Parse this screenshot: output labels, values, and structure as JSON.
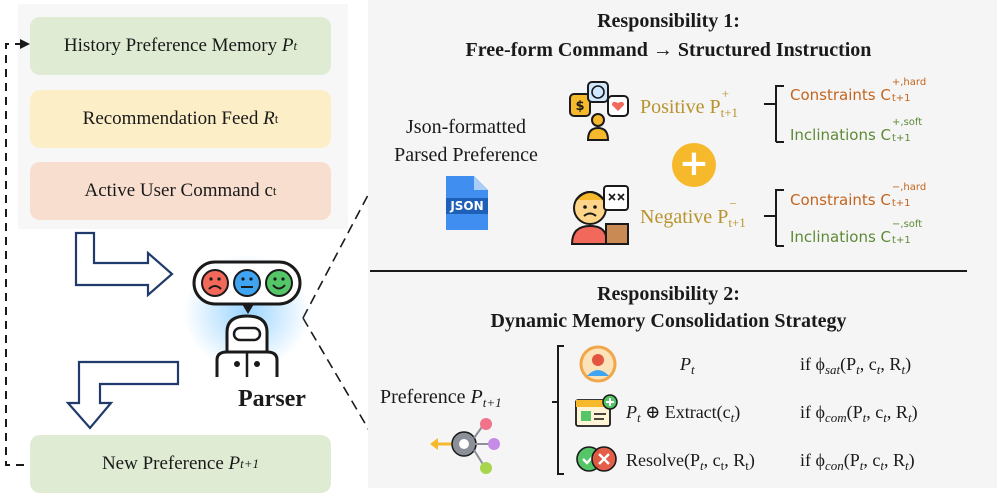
{
  "left": {
    "history": "History Preference Memory",
    "history_sym": "P",
    "history_sub": "t",
    "feed": "Recommendation Feed",
    "feed_sym": "R",
    "feed_sub": "t",
    "command": "Active User Command",
    "command_sym": "c",
    "command_sub": "t",
    "parser": "Parser",
    "new_pref": "New Preference",
    "new_sym": "P",
    "new_sub": "t+1"
  },
  "resp1": {
    "title1": "Responsibility 1:",
    "title2": "Free-form Command → Structured Instruction",
    "json_label1": "Json-formatted",
    "json_label2": "Parsed Preference",
    "json_icon": "JSON",
    "positive": "Positive",
    "negative": "Negative",
    "pos_sym": "P",
    "pos_sup": "+",
    "neg_sup": "−",
    "sub": "t+1",
    "constraints": "Constraints",
    "inclinations": "Inclinations",
    "c_sym": "C",
    "pos_hard": "+,hard",
    "pos_soft": "+,soft",
    "neg_hard": "−,hard",
    "neg_soft": "−,soft",
    "plus_icon": "+"
  },
  "resp2": {
    "title1": "Responsibility 2:",
    "title2": "Dynamic Memory Consolidation Strategy",
    "pref_label": "Preference",
    "pref_sym": "P",
    "pref_sub": "t+1",
    "row1_expr": "P",
    "row1_sub": "t",
    "row1_cond": "if ϕ",
    "row1_cond_sub": "sat",
    "row1_args": "(P",
    "row2_expr": "⊕ Extract(c",
    "row2_cond_sub": "com",
    "row3_expr": "Resolve(P",
    "row3_mid": ", c",
    "row3_end": ", R",
    "row3_cond_sub": "con",
    "args_t": "t",
    "args_c": ", c",
    "args_r": ", R",
    "close": ")"
  },
  "colors": {
    "green_box": "#dfecd3",
    "yellow_box": "#fcefc7",
    "peach_box": "#f8decf",
    "gold_text": "#b8932f",
    "orange_text": "#c3651f",
    "green_text": "#5e8a36",
    "plus_circle": "#f6b92b",
    "json_blue": "#2f7ee0",
    "arrow_blue": "#1f3a6b"
  }
}
